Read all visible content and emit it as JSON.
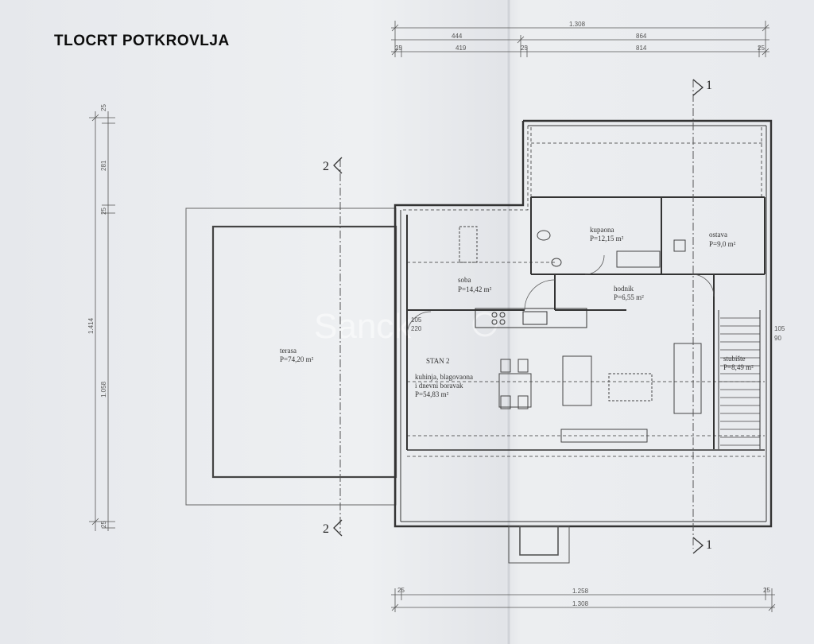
{
  "title": "TLOCRT POTKROVLJA",
  "watermark": "Sanck",
  "dimensions": {
    "top_total": "1.308",
    "top_left": "444",
    "top_right": "864",
    "top_a1": "25",
    "top_a2": "419",
    "top_a3": "25",
    "top_a4": "814",
    "top_a5": "25",
    "left_total": "1.414",
    "left_a": "281",
    "left_b": "1.058",
    "left_c1": "25",
    "left_c2": "25",
    "left_c3": "25",
    "bottom_total": "1.308",
    "bottom_inner": "1.258",
    "bottom_a1": "25",
    "bottom_a2": "25",
    "window_left_1": "105",
    "window_left_2": "220",
    "window_right_1": "105",
    "window_right_2": "90"
  },
  "sections": {
    "s1_top": "1",
    "s1_bottom": "1",
    "s2_top": "2",
    "s2_bottom": "2"
  },
  "rooms": {
    "terasa_name": "terasa",
    "terasa_area": "P=74,20 m²",
    "kupaona_name": "kupaona",
    "kupaona_area": "P=12,15 m²",
    "ostava_name": "ostava",
    "ostava_area": "P=9,0 m²",
    "soba_name": "soba",
    "soba_area": "P=14,42 m²",
    "hodnik_name": "hodnik",
    "hodnik_area": "P=6,55 m²",
    "stan_label": "STAN 2",
    "kuhinja_name1": "kuhinja, blagovaona",
    "kuhinja_name2": "i dnevni boravak",
    "kuhinja_area": "P=54,83 m²",
    "stubiste_name": "stubište",
    "stubiste_area": "P=8,49 m²"
  }
}
